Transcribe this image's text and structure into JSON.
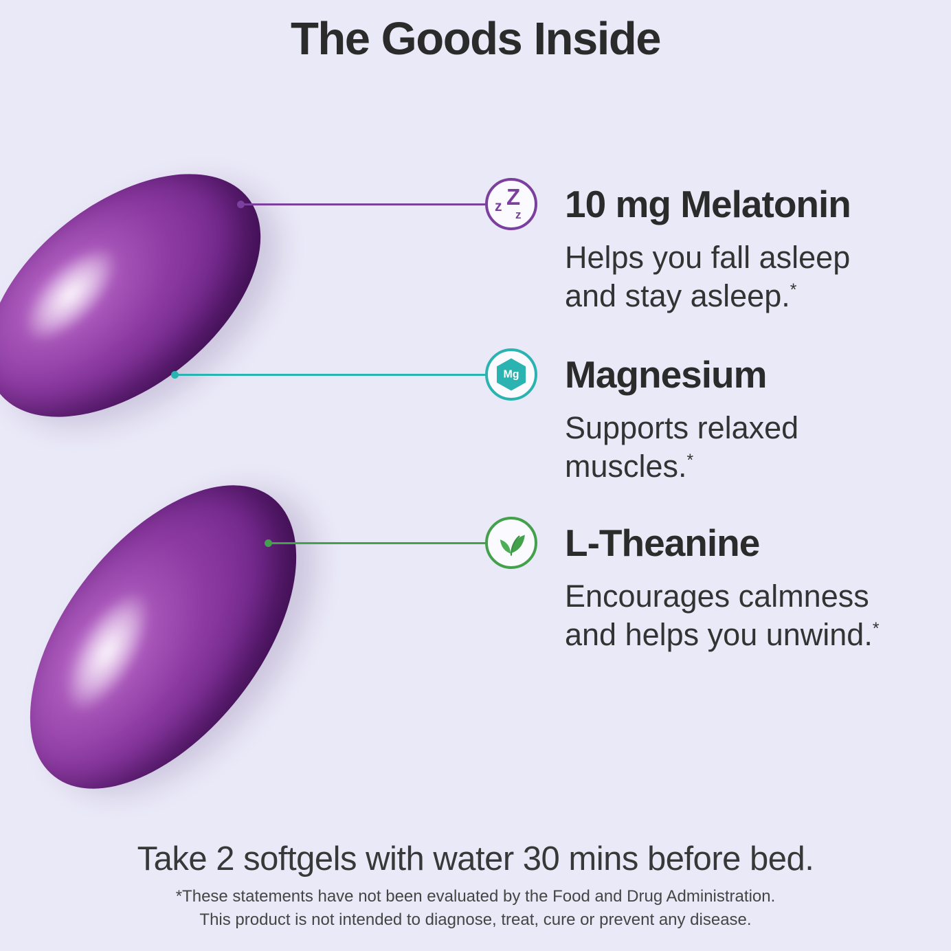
{
  "page": {
    "title": "The Goods Inside",
    "instruction": "Take 2 softgels with water 30 mins before bed.",
    "footnote_marker": "*",
    "disclaimer_line1": "*These statements have not been evaluated by the Food and Drug Administration.",
    "disclaimer_line2": "This product is not intended to diagnose, treat, cure or prevent any disease."
  },
  "ingredients": [
    {
      "name": "10 mg Melatonin",
      "desc_lines": [
        "Helps you fall asleep",
        "and stay asleep."
      ],
      "icon": "zzz-icon",
      "icon_glyphs": [
        "z",
        "Z",
        "z"
      ],
      "accent": "#7b3f9d"
    },
    {
      "name": "Magnesium",
      "desc_lines": [
        "Supports relaxed",
        "muscles."
      ],
      "icon": "magnesium-hexagon-icon",
      "icon_label": "Mg",
      "accent": "#2ab3b0"
    },
    {
      "name": "L-Theanine",
      "desc_lines": [
        "Encourages calmness",
        "and helps you unwind."
      ],
      "icon": "tea-leaf-icon",
      "accent": "#43a04b"
    }
  ],
  "colors": {
    "bg": "#eae9f7",
    "ink": "#2b2b2b",
    "purple": "#7b3f9d",
    "teal": "#2ab3b0",
    "green": "#43a04b",
    "pill-light": "#b66cc8",
    "pill-dark": "#571a6e"
  }
}
